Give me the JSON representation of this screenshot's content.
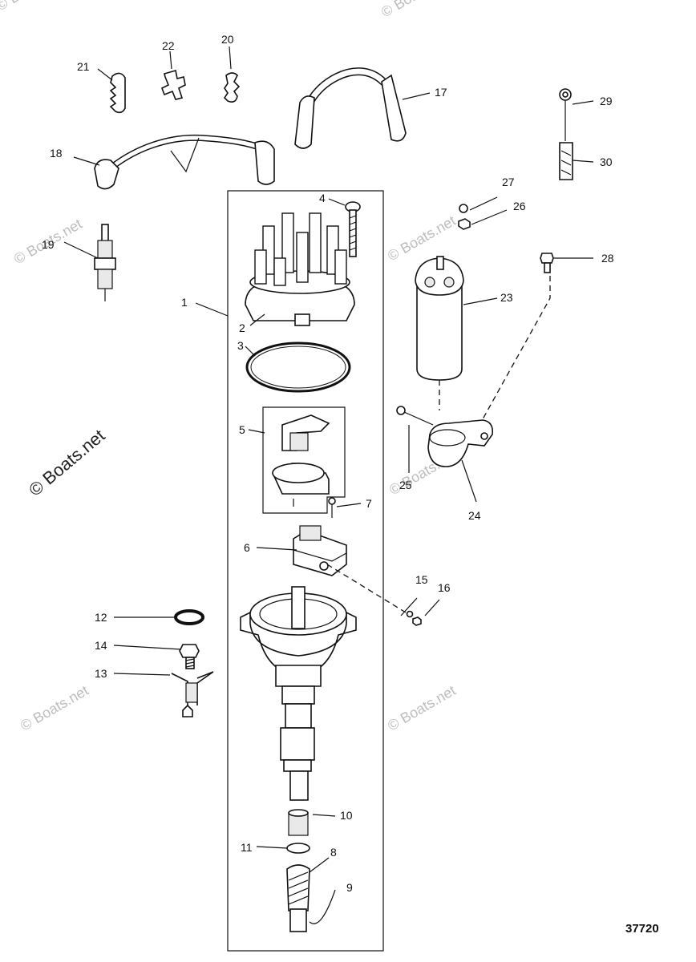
{
  "diagram": {
    "figure_number": "37720",
    "watermark": "© Boats.net"
  },
  "callouts": [
    {
      "id": "c1",
      "text": "1"
    },
    {
      "id": "c2",
      "text": "2"
    },
    {
      "id": "c3",
      "text": "3"
    },
    {
      "id": "c4",
      "text": "4"
    },
    {
      "id": "c5",
      "text": "5"
    },
    {
      "id": "c6",
      "text": "6"
    },
    {
      "id": "c7",
      "text": "7"
    },
    {
      "id": "c8",
      "text": "8"
    },
    {
      "id": "c9",
      "text": "9"
    },
    {
      "id": "c10",
      "text": "10"
    },
    {
      "id": "c11",
      "text": "11"
    },
    {
      "id": "c12",
      "text": "12"
    },
    {
      "id": "c13",
      "text": "13"
    },
    {
      "id": "c14",
      "text": "14"
    },
    {
      "id": "c15",
      "text": "15"
    },
    {
      "id": "c16",
      "text": "16"
    },
    {
      "id": "c17",
      "text": "17"
    },
    {
      "id": "c18",
      "text": "18"
    },
    {
      "id": "c19",
      "text": "19"
    },
    {
      "id": "c20",
      "text": "20"
    },
    {
      "id": "c21",
      "text": "21"
    },
    {
      "id": "c22",
      "text": "22"
    },
    {
      "id": "c23",
      "text": "23"
    },
    {
      "id": "c24",
      "text": "24"
    },
    {
      "id": "c25",
      "text": "25"
    },
    {
      "id": "c26",
      "text": "26"
    },
    {
      "id": "c27",
      "text": "27"
    },
    {
      "id": "c28",
      "text": "28"
    },
    {
      "id": "c29",
      "text": "29"
    },
    {
      "id": "c30",
      "text": "30"
    }
  ]
}
